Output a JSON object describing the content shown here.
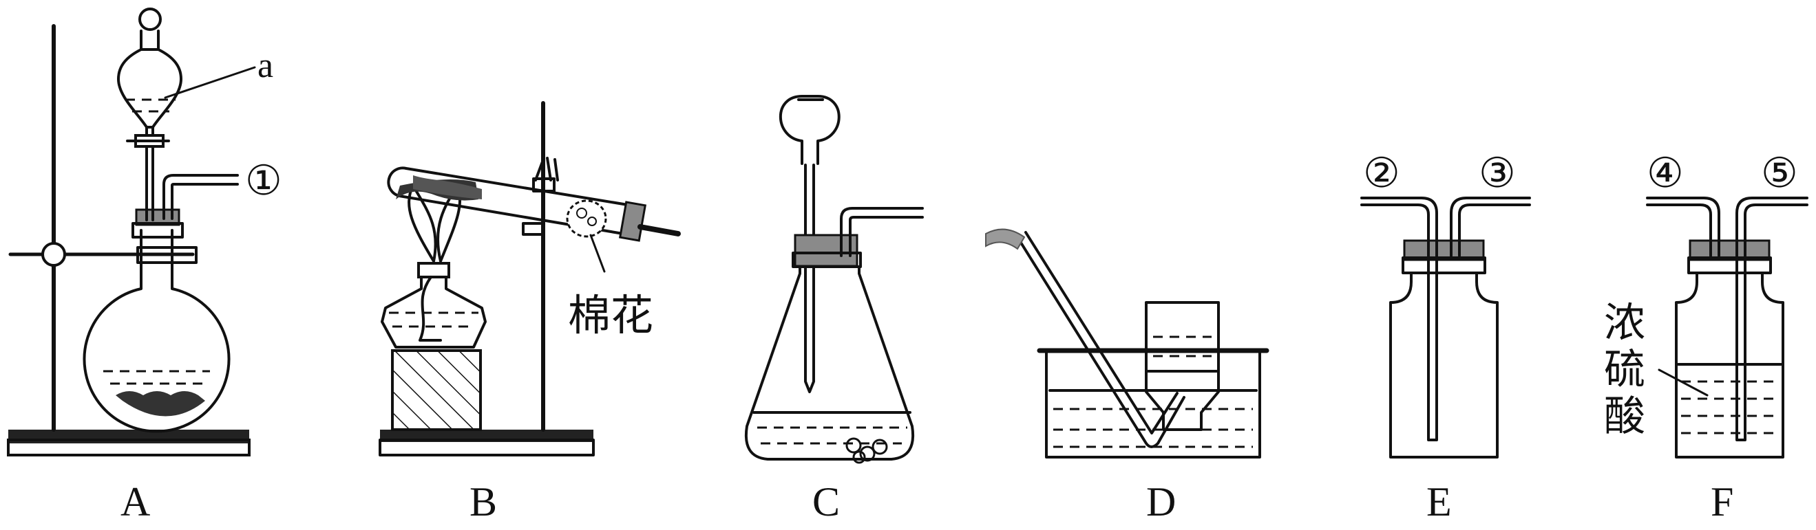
{
  "labels": {
    "A": "A",
    "B": "B",
    "C": "C",
    "D": "D",
    "E": "E",
    "F": "F",
    "a": "a",
    "p1": "①",
    "p2": "②",
    "p3": "③",
    "p4": "④",
    "p5": "⑤",
    "cotton": "棉花",
    "acid": "浓硫酸"
  },
  "colors": {
    "ink": "#111111",
    "stopper": "#8a8a8a",
    "hose": "#9a9a9a"
  }
}
